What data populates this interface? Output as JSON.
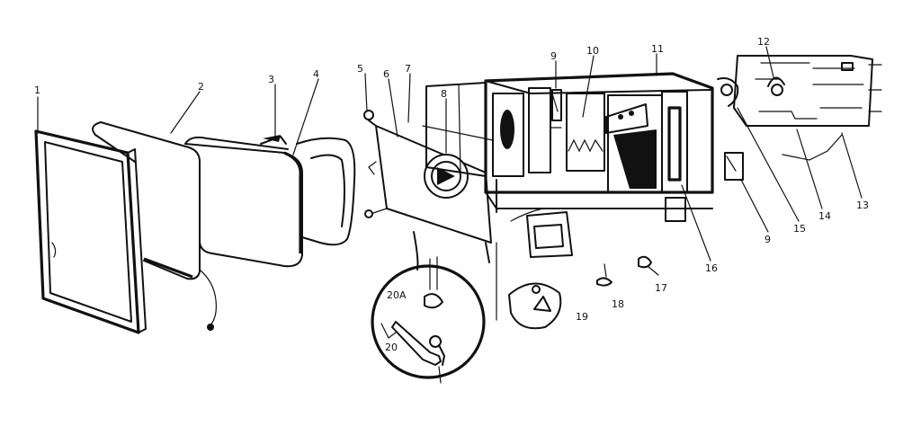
{
  "callouts": {
    "c1": "1",
    "c2": "2",
    "c3": "3",
    "c4": "4",
    "c5": "5",
    "c6": "6",
    "c7": "7",
    "c8": "8",
    "c9_top": "9",
    "c9_right": "9",
    "c10": "10",
    "c11": "11",
    "c12": "12",
    "c13": "13",
    "c14": "14",
    "c15": "15",
    "c16": "16",
    "c17": "17",
    "c18": "18",
    "c19": "19",
    "c20": "20",
    "c20a": "20A"
  }
}
